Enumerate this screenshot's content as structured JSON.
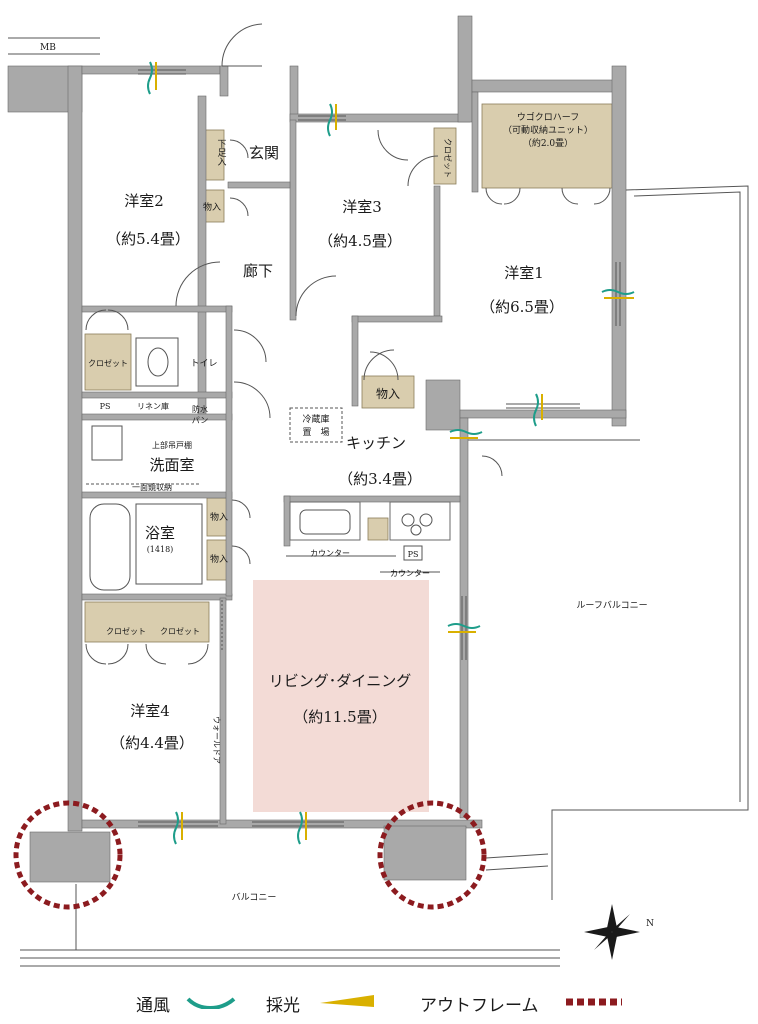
{
  "colors": {
    "wall": "#a9a9a9",
    "wall_edge": "#6a6a6a",
    "storage": "#d9cdae",
    "living_fill": "#f3dbd6",
    "ventilation": "#1e9d8a",
    "light": "#d9b000",
    "outframe": "#8c1b1f"
  },
  "labels": {
    "mb": "MB",
    "shoes": "下足入",
    "entrance": "玄関",
    "storage": "物入",
    "room2_name": "洋室2",
    "room2_size": "（約5.4畳）",
    "room3_name": "洋室3",
    "room3_size": "（約4.5畳）",
    "room1_name": "洋室1",
    "room1_size": "（約6.5畳）",
    "ugokuro_1": "ウゴクロハーフ",
    "ugokuro_2": "（可動収納ユニット）",
    "ugokuro_3": "（約2.0畳）",
    "closet": "クロゼット",
    "hallway": "廊下",
    "toilet": "トイレ",
    "ps": "PS",
    "linen": "リネン庫",
    "waterproof_1": "防水",
    "waterproof_2": "パン",
    "fridge_1": "冷蔵庫",
    "fridge_2": "置　場",
    "kitchen_name": "キッチン",
    "kitchen_size": "（約3.4畳）",
    "upper_shelf": "上部吊戸棚",
    "washroom": "洗面室",
    "mirror": "一面鏡収納",
    "bath_name": "浴室",
    "bath_size": "(1418)",
    "counter": "カウンター",
    "counter2": "カウンター",
    "roof_balcony": "ルーフバルコニー",
    "living_name": "リビング･ダイニング",
    "living_size": "（約11.5畳）",
    "room4_name": "洋室4",
    "room4_size": "（約4.4畳）",
    "wall_door": "ウォールドア",
    "balcony": "バルコニー",
    "north": "N"
  },
  "legend": {
    "ventilation": "通風",
    "light": "採光",
    "outframe": "アウトフレーム"
  }
}
